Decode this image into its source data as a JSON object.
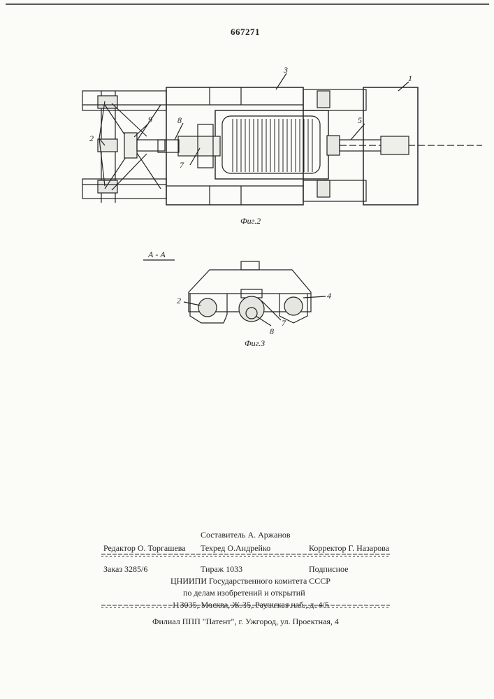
{
  "patent_number": "667271",
  "figure2": {
    "caption": "Фиг.2",
    "labels": [
      "1",
      "2",
      "3",
      "5",
      "7",
      "8",
      "9"
    ]
  },
  "figure3": {
    "caption": "Фиг.3",
    "section_label": "А - А",
    "labels": [
      "2",
      "4",
      "7",
      "8"
    ]
  },
  "colophon": {
    "compiler": "Составитель А. Аржанов",
    "editor": "Редактор О. Торгашева",
    "techred": "Техред О.Андрейко",
    "corrector": "Корректор Г. Назарова",
    "order": "Заказ 3285/6",
    "circulation": "Тираж 1033",
    "subscription": "Подписное",
    "org_line1": "ЦНИИПИ Государственного комитета СССР",
    "org_line2": "по делам изобретений и открытий",
    "address": "113035, Москва, Ж-35, Раушская наб., д. 4/5",
    "branch": "Филиал ППП \"Патент\", г. Ужгород, ул. Проектная, 4"
  }
}
